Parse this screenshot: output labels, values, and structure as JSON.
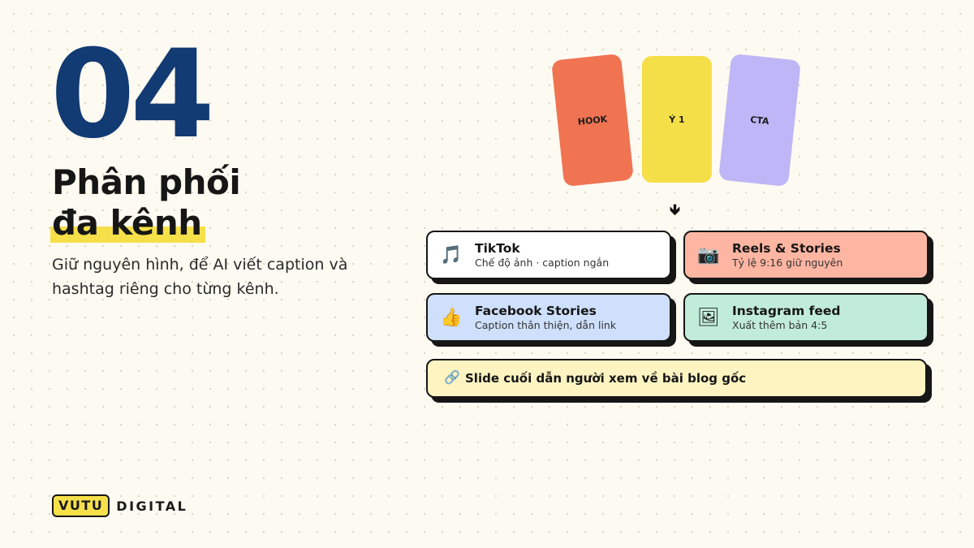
{
  "slide": {
    "number": "04",
    "title_line1": "Phân phối",
    "title_line2": "đa kênh",
    "description": "Giữ nguyên hình, để AI viết caption và hashtag riêng cho từng kênh."
  },
  "cards": [
    "HOOK",
    "Ý 1",
    "CTA"
  ],
  "arrow": "🡻",
  "channels": [
    {
      "icon": "🎵",
      "title": "TikTok",
      "subtitle": "Chế độ ảnh · caption ngắn",
      "color": "#ffffff"
    },
    {
      "icon": "📷",
      "title": "Reels & Stories",
      "subtitle": "Tỷ lệ 9:16 giữ nguyên",
      "color": "#feb5a2"
    },
    {
      "icon": "👍",
      "title": "Facebook Stories",
      "subtitle": "Caption thân thiện, dẫn link",
      "color": "#cee0fb"
    },
    {
      "icon": "🖼",
      "title": "Instagram feed",
      "subtitle": "Xuất thêm bản 4:5",
      "color": "#c2ecda"
    }
  ],
  "footer_note": {
    "icon": "🔗",
    "text": "Slide cuối dẫn người xem về bài blog gốc",
    "color": "#fdf4c2"
  },
  "brand": {
    "badge": "VUTU",
    "text": "DIGITAL"
  },
  "colors": {
    "background": "#fdfaf1",
    "number": "#123a73",
    "highlight": "#f6e04a",
    "hook": "#f07352",
    "idea": "#f5df49",
    "cta": "#beb6f6"
  },
  "icons": {
    "tiktok": "music-note-icon",
    "reels": "camera-icon",
    "facebook": "thumbs-up-icon",
    "instagram": "picture-icon",
    "blog": "link-icon",
    "arrow": "arrow-down-icon"
  }
}
